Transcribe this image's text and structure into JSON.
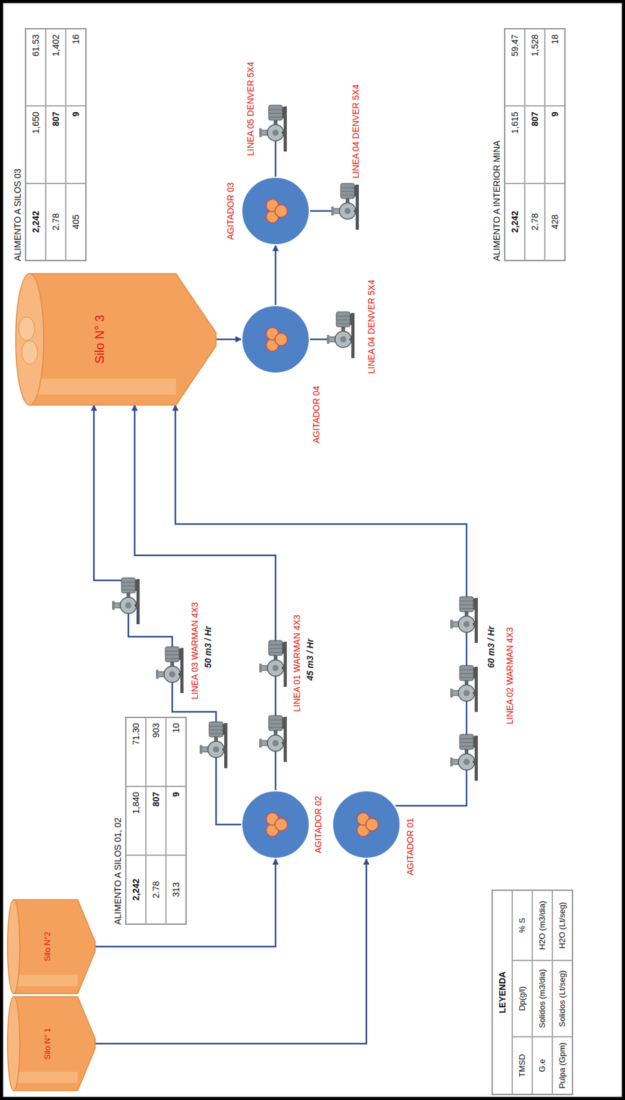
{
  "diagram": {
    "nodes": [
      {
        "text": [
          "Silo N° 1"
        ]
      },
      {
        "text": [
          "Silo N°2"
        ]
      },
      {
        "text": [
          "AGITADOR 02"
        ]
      },
      {
        "text": [
          "AGITADOR 01"
        ]
      },
      {
        "text": [
          "Silo N° 3"
        ]
      },
      {
        "text": [
          "AGITADOR 04"
        ]
      },
      {
        "text": [
          "AGITADOR 03"
        ]
      }
    ],
    "edges": [
      {
        "from": 0,
        "to": 3,
        "arrow": "to"
      },
      {
        "from": 1,
        "to": 2,
        "arrow": "to"
      },
      {
        "from": 2,
        "to": 4,
        "arrow": "to"
      },
      {
        "from": 2,
        "to": 4,
        "arrow": "to"
      },
      {
        "from": 3,
        "to": 4,
        "arrow": "to"
      },
      {
        "from": 4,
        "to": 5,
        "arrow": "to"
      },
      {
        "from": 5,
        "to": 6,
        "arrow": "to"
      }
    ],
    "labels": [
      "ALIMENTO A SILOS 01, 02",
      "2,242",
      "1,840",
      "71.30",
      "2.78",
      "807",
      "903",
      "313",
      "9",
      "10",
      "LINEA 03 WARMAN 4X3",
      "50 m3 / Hr",
      "LINEA 01 WARMAN 4X3",
      "45 m3 / Hr",
      "LINEA 02 WARMAN 4X3",
      "60 m3 / Hr",
      "ALIMENTO A SILOS 03",
      "2,242",
      "1,650",
      "61.53",
      "2.78",
      "807",
      "1,402",
      "405",
      "9",
      "16",
      "LINEA 05 DENVER 5X4",
      "LINEA 04 DENVER 5X4",
      "LINEA 04 DENVER 5X4",
      "ALIMENTO A INTERIOR MINA",
      "2,242",
      "1,615",
      "59.47",
      "2.78",
      "807",
      "1,528",
      "428",
      "9",
      "18",
      "LEYENDA"
    ],
    "legend": [
      {
        "text": "TMSD"
      },
      {
        "text": "Dp(g/l)"
      },
      {
        "text": "% S"
      },
      {
        "text": "G.e"
      },
      {
        "text": "Solidos (m3/dia)"
      },
      {
        "text": "H2O (m3/dia)"
      },
      {
        "text": "Pulpa (Gpm)"
      },
      {
        "text": "Solidos (Lt/seg)"
      },
      {
        "text": "H2O (Lt/seg)"
      }
    ]
  }
}
